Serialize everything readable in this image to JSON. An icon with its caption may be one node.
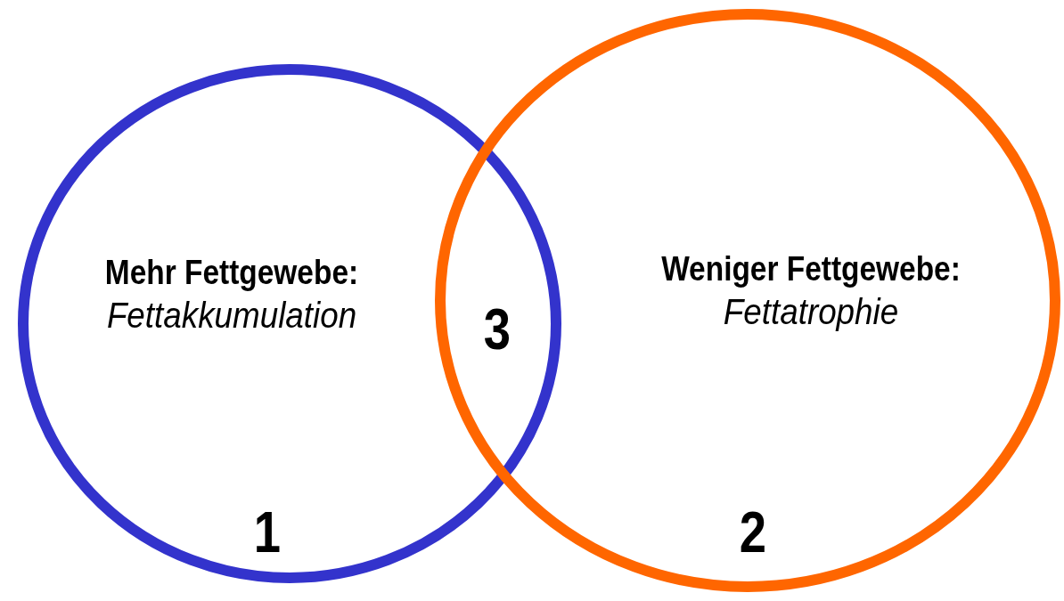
{
  "diagram": {
    "nodes": [
      {
        "text": [
          "Mehr Fettgewebe:",
          "Fettakkumulation"
        ]
      },
      {
        "text": [
          "Weniger Fettgewebe:",
          "Fettatrophie"
        ]
      }
    ],
    "labels": [
      "3",
      "1",
      "2"
    ]
  }
}
